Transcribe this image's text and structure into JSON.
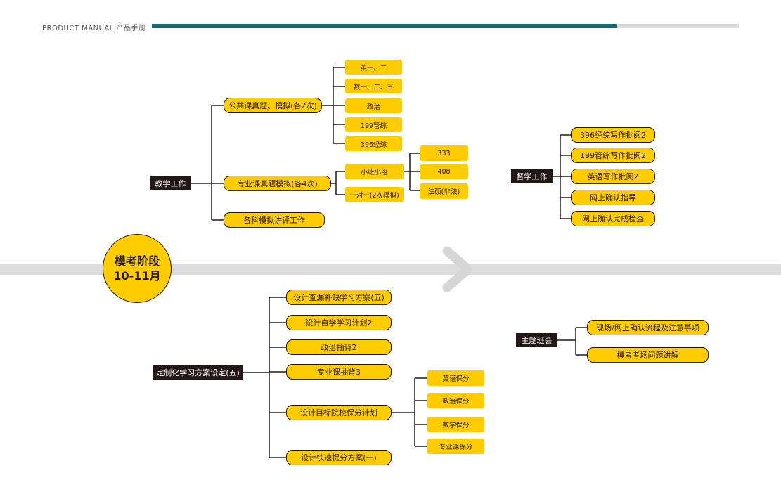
{
  "header": {
    "text": "PRODUCT MANUAL 产品手册",
    "accent_color": "#0f6b75",
    "track_color": "#d9d9d9"
  },
  "colors": {
    "node_fill": "#ffcc00",
    "dark_fill": "#231815",
    "line": "#231815",
    "band": "#dcdcdc"
  },
  "stage": {
    "line1": "模考阶段",
    "line2": "10-11月"
  },
  "teaching": {
    "root": "教学工作",
    "public": {
      "label": "公共课真题、模拟(各2次)",
      "items": [
        "英一、二",
        "数一、二、三",
        "政治",
        "199管综",
        "396经综"
      ]
    },
    "major": {
      "label": "专业课真题模拟(各4次)",
      "small_class": "小班小组",
      "small_class_items": [
        "333",
        "408",
        "法硕(非法)"
      ],
      "one_on_one": "一对一(2次模拟)"
    },
    "review": "各科模拟讲评工作"
  },
  "supervision": {
    "root": "督学工作",
    "items": [
      "396经综写作批阅2",
      "199管综写作批阅2",
      "英语写作批阅2",
      "网上确认指导",
      "网上确认完成检查"
    ]
  },
  "custom_plan": {
    "root": "定制化学习方案设定(五)",
    "items": [
      "设计查漏补缺学习方案(五)",
      "设计自学学习计划2",
      "政治抽背2",
      "专业课抽背3",
      "设计目标院校保分计划",
      "设计快速提分方案(一)"
    ],
    "bao_fen": [
      "英语保分",
      "政治保分",
      "数学保分",
      "专业课保分"
    ]
  },
  "theme_meeting": {
    "root": "主题班会",
    "items": [
      "现场/网上确认流程及注意事项",
      "模考考场问题讲解"
    ]
  }
}
